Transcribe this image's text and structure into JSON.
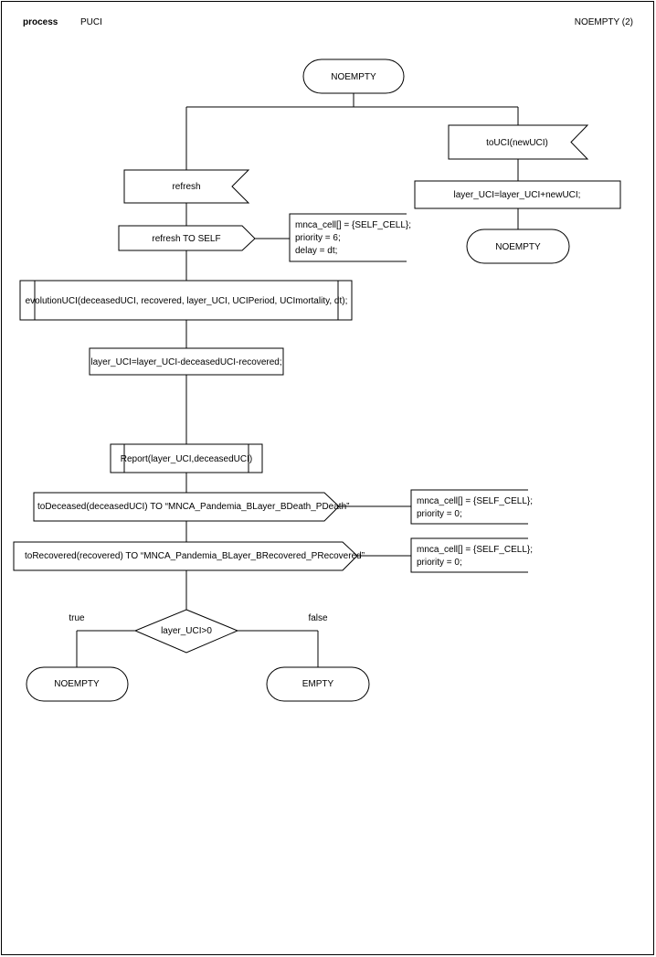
{
  "header": {
    "keyword": "process",
    "process_name": "PUCI",
    "page_label": "NOEMPTY (2)"
  },
  "diagram": {
    "start_state": "NOEMPTY",
    "input_refresh": "refresh",
    "output_refresh_self": "refresh TO SELF",
    "comment_refresh": [
      "mnca_cell[] = {SELF_CELL};",
      "priority = 6;",
      "delay = dt;"
    ],
    "procedure_evolution": "evolutionUCI(deceasedUCI, recovered, layer_UCI, UCIPeriod, UCImortality, dt);",
    "task_update": "layer_UCI=layer_UCI-deceasedUCI-recovered;",
    "procedure_report": "Report(layer_UCI,deceasedUCI)",
    "output_deceased": "toDeceased(deceasedUCI) TO “MNCA_Pandemia_BLayer_BDeath_PDeath”",
    "comment_deceased": [
      "mnca_cell[] = {SELF_CELL};",
      "priority = 0;"
    ],
    "output_recovered": "toRecovered(recovered) TO “MNCA_Pandemia_BLayer_BRecovered_PRecovered”",
    "comment_recovered": [
      "mnca_cell[] = {SELF_CELL};",
      "priority = 0;"
    ],
    "decision": "layer_UCI>0",
    "branch_true": "true",
    "branch_false": "false",
    "state_true": "NOEMPTY",
    "state_false": "EMPTY",
    "input_touci": "toUCI(newUCI)",
    "task_add": "layer_UCI=layer_UCI+newUCI;",
    "state_touci_next": "NOEMPTY"
  }
}
